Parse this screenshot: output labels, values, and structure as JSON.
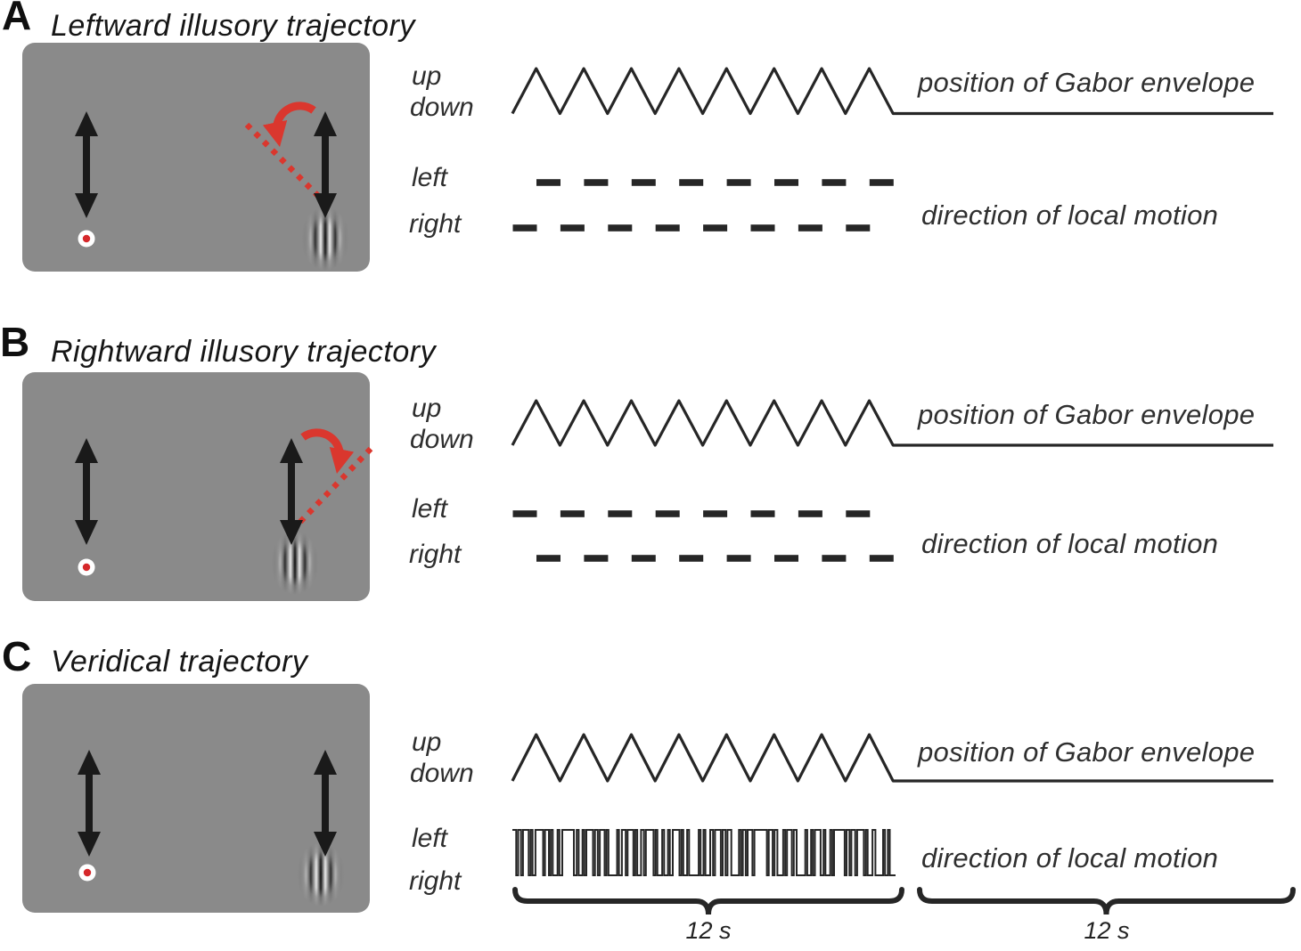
{
  "colors": {
    "background": "#ffffff",
    "screen_gray": "#8a8a8a",
    "ink": "#262626",
    "red": "#da372e",
    "fixation_red": "#d6282b",
    "text": "#2e2e2e"
  },
  "figure": {
    "panels": [
      {
        "letter": "A",
        "title": "Leftward illusory trajectory",
        "timeline": {
          "up": "up",
          "down": "down",
          "left": "left",
          "right": "right",
          "envelope_caption": "position of Gabor envelope",
          "motion_caption": "direction of local motion",
          "envelope_cycles": 8,
          "motion_pattern": "alternating",
          "motion_first": "right",
          "motion_dash_count": 8
        }
      },
      {
        "letter": "B",
        "title": "Rightward illusory trajectory",
        "timeline": {
          "up": "up",
          "down": "down",
          "left": "left",
          "right": "right",
          "envelope_caption": "position of Gabor envelope",
          "motion_caption": "direction of local motion",
          "envelope_cycles": 8,
          "motion_pattern": "alternating",
          "motion_first": "left",
          "motion_dash_count": 8
        }
      },
      {
        "letter": "C",
        "title": "Veridical trajectory",
        "timeline": {
          "up": "up",
          "down": "down",
          "left": "left",
          "right": "right",
          "envelope_caption": "position of Gabor envelope",
          "motion_caption": "direction of local motion",
          "envelope_cycles": 8,
          "motion_pattern": "random",
          "barcode_runs": [
            4,
            2,
            3,
            2,
            6,
            2,
            2,
            3,
            8,
            2,
            4,
            2,
            2,
            5,
            2,
            3,
            12,
            3,
            2,
            4,
            2,
            2,
            7,
            2,
            3,
            2,
            5,
            2,
            2,
            9,
            2,
            3,
            4,
            2,
            6,
            2,
            2,
            4,
            3,
            2,
            8,
            2,
            2,
            5,
            2,
            4,
            2,
            3,
            7,
            2,
            2,
            4,
            2,
            10,
            2,
            3,
            2,
            5,
            3,
            2,
            6,
            2,
            3,
            2,
            4,
            8,
            2,
            2,
            3,
            2,
            5,
            2,
            13,
            2,
            4,
            2,
            3,
            6,
            2,
            2,
            5,
            2,
            3,
            9,
            2,
            4,
            2,
            2,
            6,
            3,
            2,
            5,
            2,
            2,
            11,
            2,
            3,
            2,
            4,
            2,
            7,
            2,
            2,
            5,
            3,
            8,
            2,
            3,
            2,
            6
          ]
        },
        "durations": [
          "12 s",
          "12 s"
        ]
      }
    ]
  }
}
